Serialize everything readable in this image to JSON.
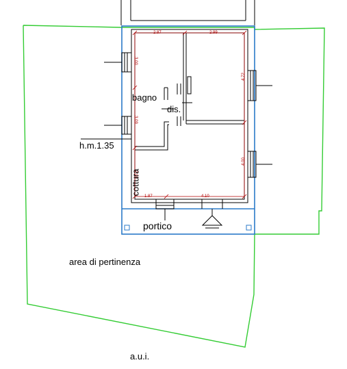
{
  "rooms": {
    "bagno": "bagno",
    "dis": "dis.",
    "cottura": "cottura",
    "portico": "portico"
  },
  "notes": {
    "height": "h.m.1.35",
    "area": "area di pertinenza",
    "aui": "a.u.i."
  },
  "dimensions": {
    "top_left": "2.87",
    "top_right": "2.99",
    "bottom_left": "1.87",
    "bottom_right": "4.10",
    "left_upper": "3.00",
    "left_middle": "3.09",
    "left_lower": "2.99",
    "right_upper": "4.72",
    "right_lower": "4.00"
  },
  "colors": {
    "boundary": "#33cc33",
    "building": "#2a7ac8",
    "walls": "#000000",
    "dimensions": "#b00000"
  }
}
